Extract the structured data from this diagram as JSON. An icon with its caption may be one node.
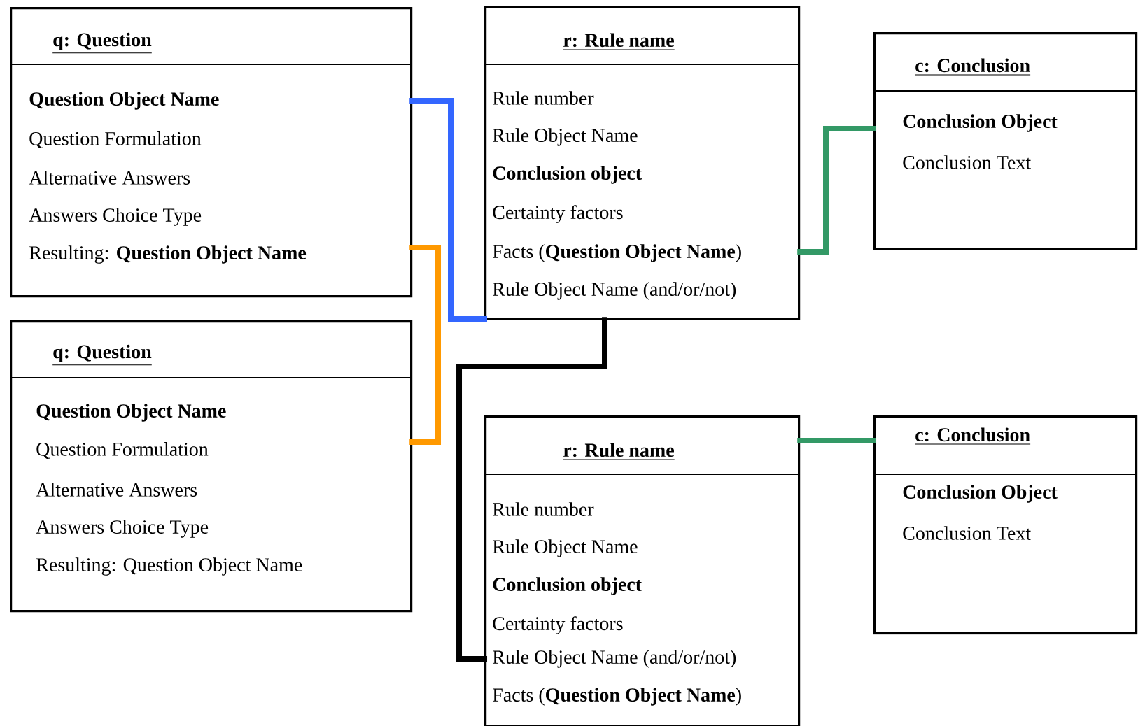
{
  "diagram": {
    "nodes": [
      {
        "text": [
          "q: Question",
          "Question Object Name",
          "Question Formulation",
          "Alternative Answers",
          "Answers Choice Type",
          "Resulting: **Question Object Name**"
        ]
      },
      {
        "text": [
          "q: Question",
          "Question Object Name",
          "Question Formulation",
          "Alternative Answers",
          "Answers Choice Type",
          "Resulting: Question Object Name"
        ]
      },
      {
        "text": [
          "r: Rule name",
          "Rule number",
          "Rule Object Name",
          "Conclusion object",
          "Certainty factors",
          "Facts (**Question Object Name**)",
          "Rule Object Name (and/or/not)"
        ]
      },
      {
        "text": [
          "c: Conclusion",
          "Conclusion Object",
          "Conclusion Text"
        ]
      },
      {
        "text": [
          "r: Rule name",
          "Rule number",
          "Rule Object Name",
          "Conclusion object",
          "Certainty factors",
          "Rule Object Name (and/or/not)",
          "Facts (**Question Object Name**)"
        ]
      },
      {
        "text": [
          "c: Conclusion",
          "Conclusion Object",
          "Conclusion Text"
        ]
      }
    ],
    "edges": [
      {
        "from": 0,
        "to": 2,
        "arrow": "none",
        "color": "#3366ff"
      },
      {
        "from": 0,
        "to": 1,
        "arrow": "none",
        "color": "#ff9900"
      },
      {
        "from": 2,
        "to": 3,
        "arrow": "none",
        "color": "#339966"
      },
      {
        "from": 2,
        "to": 4,
        "arrow": "none",
        "color": "#000000"
      },
      {
        "from": 4,
        "to": 5,
        "arrow": "none",
        "color": "#339966"
      }
    ]
  }
}
